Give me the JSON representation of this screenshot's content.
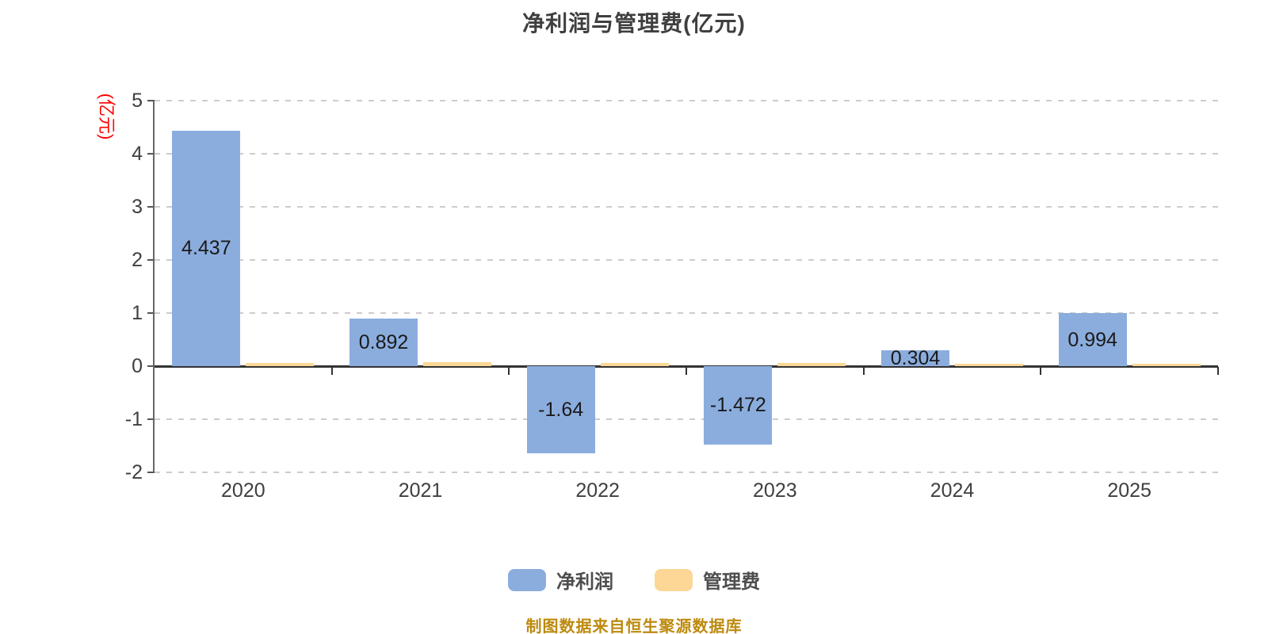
{
  "chart_data": {
    "type": "bar",
    "title": "净利润与管理费(亿元)",
    "ylabel": "(亿元)",
    "xlabel": "",
    "categories": [
      "2020",
      "2021",
      "2022",
      "2023",
      "2024",
      "2025"
    ],
    "series": [
      {
        "name": "净利润",
        "slug": "net-profit",
        "color": "#8badde",
        "values": [
          4.437,
          0.892,
          -1.64,
          -1.472,
          0.304,
          0.994
        ],
        "labels": [
          "4.437",
          "0.892",
          "-1.64",
          "-1.472",
          "0.304",
          "0.994"
        ]
      },
      {
        "name": "管理费",
        "slug": "management-fee",
        "color": "#fcd795",
        "values": [
          0.06,
          0.07,
          0.06,
          0.06,
          0.05,
          0.05
        ],
        "labels": [
          "",
          "",
          "",
          "",
          "",
          ""
        ]
      }
    ],
    "ylim": [
      -2,
      5
    ],
    "yticks": [
      5,
      4,
      3,
      2,
      1,
      0,
      -1,
      -2
    ],
    "grid": "horizontal dashed",
    "legend_position": "bottom"
  },
  "footer": {
    "source_note": "制图数据来自恒生聚源数据库"
  },
  "colors": {
    "title_text": "#3f3f3f",
    "axis_line": "#666666",
    "zero_line": "#333333",
    "gridline": "#cccccc",
    "tick_label": "#3f3f3f",
    "bar_value_label": "#1a1a1a",
    "y_unit_label": "#ff0000",
    "legend_text": "#4d4d4d",
    "footer_text": "#bd8a0e",
    "background": "#ffffff"
  }
}
